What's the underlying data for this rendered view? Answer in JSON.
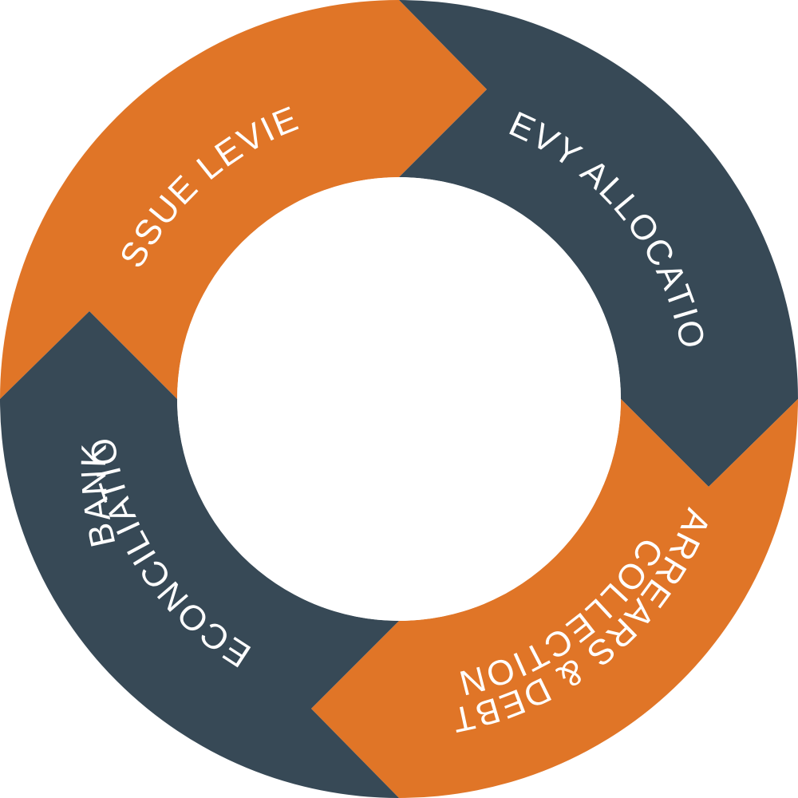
{
  "colors": {
    "orange": "#e07527",
    "slate": "#374956",
    "background": "#ffffff",
    "text": "#ffffff"
  },
  "segments": [
    {
      "label": "ISSUE LEVIES",
      "color": "orange"
    },
    {
      "label": "LEVY ALLOCATION",
      "color": "slate"
    },
    {
      "label_line1": "ARREARS & DEBT",
      "label_line2": "COLLECTION",
      "color": "orange"
    },
    {
      "label_line1": "BANK",
      "label_line2": "RECONCILIATION",
      "color": "slate"
    }
  ]
}
